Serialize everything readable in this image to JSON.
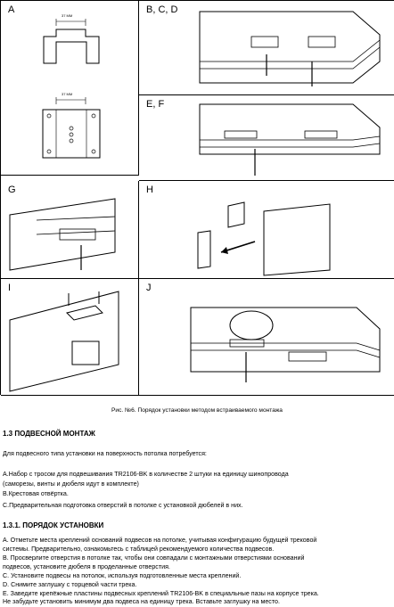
{
  "figure": {
    "cells": [
      {
        "id": "a",
        "label": "A",
        "dims": [
          "37 MM",
          "37 MM"
        ]
      },
      {
        "id": "bcd",
        "label": "B, C, D"
      },
      {
        "id": "ef",
        "label": "E, F"
      },
      {
        "id": "g",
        "label": "G"
      },
      {
        "id": "h",
        "label": "H"
      },
      {
        "id": "i",
        "label": "I"
      },
      {
        "id": "j",
        "label": "J"
      }
    ],
    "caption": "Рис. №6. Порядок установки методом встраиваемого монтажа"
  },
  "section_1_3": {
    "heading": "1.3 ПОДВЕСНОЙ МОНТАЖ",
    "intro": "Для подвесного типа установки на поверхность потолка потребуется:",
    "items": [
      "А.Набор с тросом для подвешивания TR2106-BK в количестве 2 штуки на единицу шинопровода",
      "(саморезы, винты и дюбеля идут в комплекте)",
      "B.Крестовая отвёртка.",
      "С.Предварительная подготовка отверстий в потолке с установкой дюбелей в них."
    ]
  },
  "section_1_3_1": {
    "heading": "1.3.1. ПОРЯДОК УСТАНОВКИ",
    "lines": [
      "А. Отметьте места креплений оснований подвесов на потолке, учитывая конфигурацию будущей трековой",
      "системы. Предварительно, ознакомьтесь с таблицей рекомендуемого количества подвесов.",
      "B. Просверлите отверстия в потолке так, чтобы они совпадали с монтажными отверстиями оснований",
      "подвесов, установите дюбеля в проделанные отверстия.",
      "С. Установите подвесы на потолок, используя подготовленные места креплений.",
      "D. Снимите заглушку с торцевой части трека.",
      "E. Заведите крепёжные пластины подвесных креплений TR2106-BK в специальные пазы на корпусе трека.",
      "Не забудьте установить минимум два подвеса на единицу трека. Вставьте заглушку на место."
    ]
  }
}
